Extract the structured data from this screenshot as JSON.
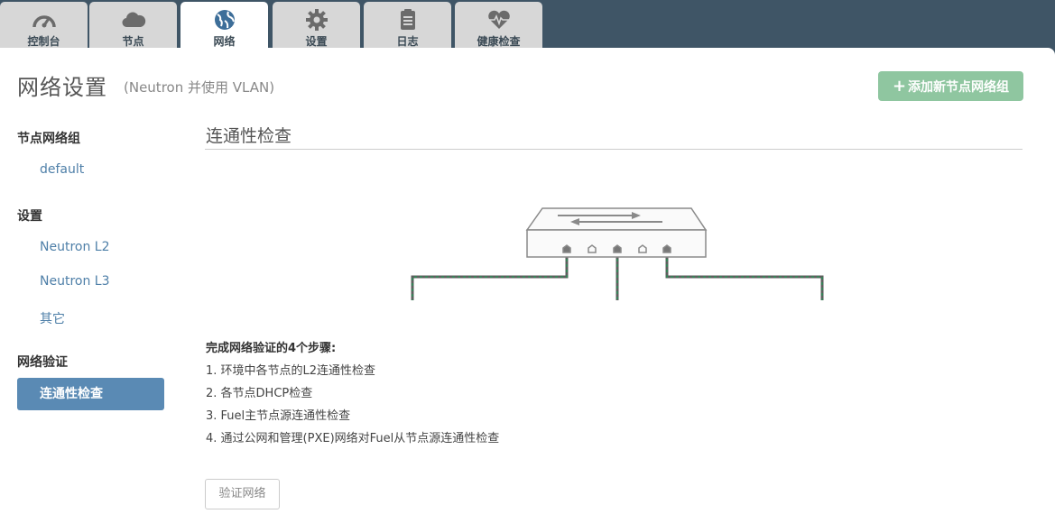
{
  "tabs": [
    {
      "label": "控制台",
      "icon": "dashboard-icon"
    },
    {
      "label": "节点",
      "icon": "cloud-icon"
    },
    {
      "label": "网络",
      "icon": "globe-icon"
    },
    {
      "label": "设置",
      "icon": "gear-icon"
    },
    {
      "label": "日志",
      "icon": "clipboard-icon"
    },
    {
      "label": "健康检查",
      "icon": "heart-pulse-icon"
    }
  ],
  "active_tab": "网络",
  "header": {
    "title": "网络设置",
    "subtitle": "(Neutron 并使用 VLAN)",
    "add_button": "添加新节点网络组"
  },
  "sidebar": {
    "group1_title": "节点网络组",
    "group1_items": [
      "default"
    ],
    "group2_title": "设置",
    "group2_items": [
      "Neutron L2",
      "Neutron L3",
      "其它"
    ],
    "group3_title": "网络验证",
    "active_item": "连通性检查"
  },
  "main": {
    "section_title": "连通性检查",
    "steps_title": "完成网络验证的4个步骤:",
    "steps": [
      "1. 环境中各节点的L2连通性检查",
      "2. 各节点DHCP检查",
      "3. Fuel主节点源连通性检查",
      "4. 通过公网和管理(PXE)网络对Fuel从节点源连通性检查"
    ],
    "verify_button": "验证网络"
  },
  "colors": {
    "top_bar": "#3f5566",
    "add_button": "#8fc6a0",
    "sidebar_active": "#5a8ab4",
    "link": "#4e7fa8",
    "cable_dash": "#2e8b57"
  }
}
